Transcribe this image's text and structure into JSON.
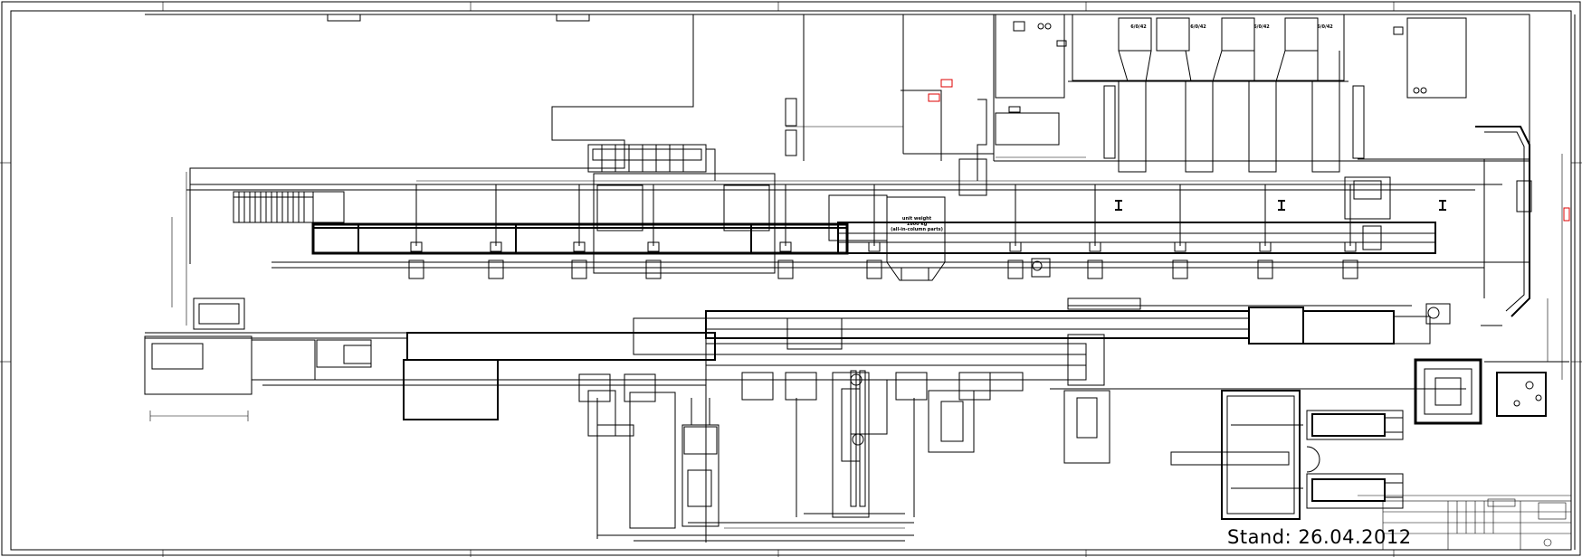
{
  "stamp": {
    "stand": "Stand: 26.04.2012"
  },
  "annotations": {
    "weight_line1": "unit weight",
    "weight_line2": "1800 kg",
    "weight_line3": "(all-in-column parts)",
    "tags": [
      "6/0/42",
      "6/0/42",
      "6/0/42",
      "6/0/42"
    ]
  }
}
